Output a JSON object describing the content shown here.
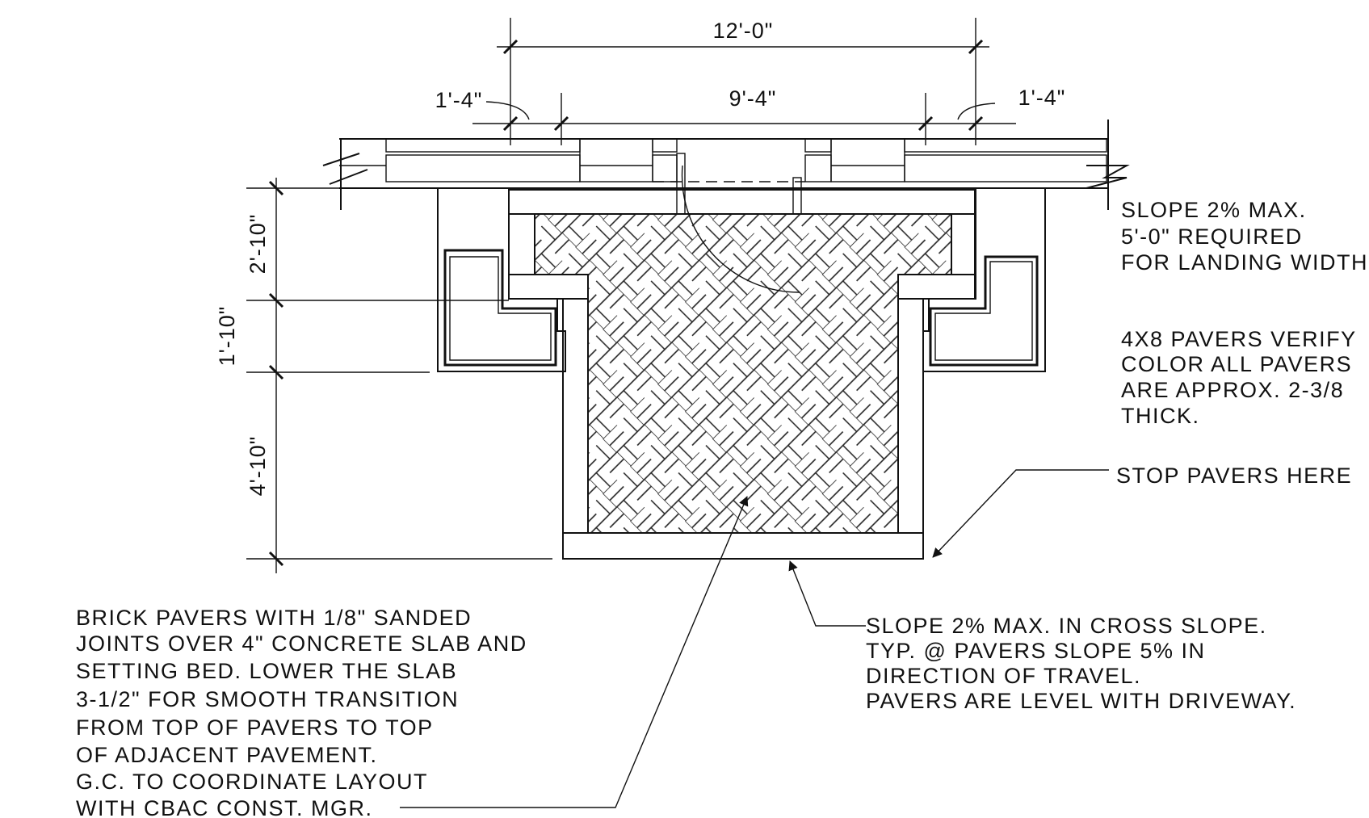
{
  "dimensions": {
    "overall_width": "12'-0\"",
    "inner_width": "9'-4\"",
    "left_offset": "1'-4\"",
    "right_offset": "1'-4\"",
    "depth_top": "2'-10\"",
    "depth_middle": "1'-10\"",
    "depth_bottom": "4'-10\""
  },
  "notes": {
    "landing": [
      "SLOPE 2% MAX.",
      "5'-0\" REQUIRED",
      "FOR LANDING WIDTH"
    ],
    "pavers_spec": [
      "4X8 PAVERS VERIFY",
      "COLOR ALL PAVERS",
      "ARE APPROX. 2-3/8",
      "THICK."
    ],
    "stop": "STOP PAVERS HERE",
    "cross_slope": [
      "SLOPE 2% MAX. IN CROSS SLOPE.",
      "TYP. @ PAVERS SLOPE 5% IN",
      "DIRECTION OF TRAVEL.",
      "PAVERS ARE LEVEL WITH DRIVEWAY."
    ],
    "brick": [
      "BRICK PAVERS WITH 1/8\" SANDED",
      "JOINTS OVER 4\" CONCRETE SLAB AND",
      "SETTING BED.  LOWER THE SLAB",
      "3-1/2\" FOR SMOOTH TRANSITION",
      "FROM TOP OF PAVERS TO TOP",
      "OF ADJACENT PAVEMENT.",
      "G.C. TO COORDINATE LAYOUT",
      "WITH CBAC CONST. MGR."
    ]
  }
}
